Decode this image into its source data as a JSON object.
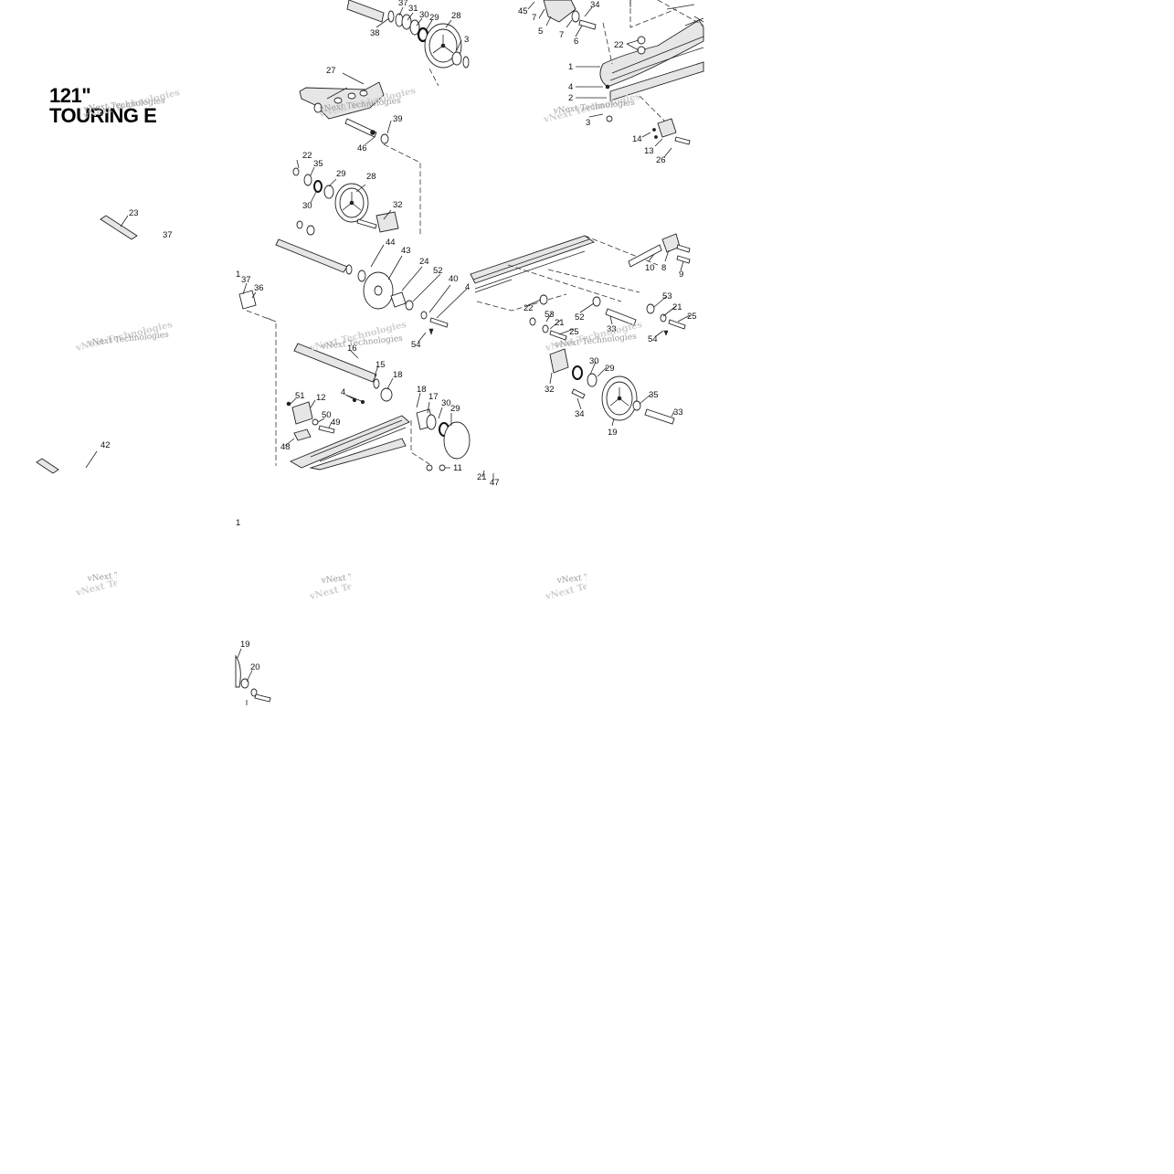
{
  "title": {
    "line1": "121\"",
    "line2": "TOURING E"
  },
  "watermark": "vNext Technologies",
  "callouts": {
    "a1": "37",
    "a2": "31",
    "a3": "30",
    "a4": "29",
    "a5": "28",
    "a6": "3",
    "a7": "38",
    "a8": "45",
    "a9": "7",
    "a10": "34",
    "a11": "5",
    "a12": "7",
    "a13": "6",
    "a14": "22",
    "a15": "1",
    "a16": "4",
    "a17": "2",
    "a18": "3",
    "a19": "14",
    "a20": "13",
    "a21": "26",
    "b1": "27",
    "b2": "39",
    "b3": "46",
    "b4": "22",
    "b5": "35",
    "b6": "29",
    "b7": "28",
    "b8": "30",
    "b9": "32",
    "b10": "23",
    "b11": "37",
    "c1": "44",
    "c2": "43",
    "c3": "24",
    "c4": "52",
    "c5": "40",
    "c6": "4",
    "c7": "54",
    "c8": "1",
    "c9": "37",
    "c10": "36",
    "c11": "16",
    "c12": "15",
    "c13": "18",
    "c14": "4",
    "c15": "51",
    "c16": "12",
    "c17": "50",
    "c18": "49",
    "c19": "48",
    "c20": "18",
    "c21": "17",
    "c22": "30",
    "c23": "29",
    "c24": "11",
    "c25": "21",
    "c26": "47",
    "c27": "42",
    "d1": "10",
    "d2": "8",
    "d3": "9",
    "d4": "22",
    "d5": "53",
    "d6": "52",
    "d7": "33",
    "d8": "21",
    "d9": "25",
    "d10": "53",
    "d11": "21",
    "d12": "25",
    "d13": "54",
    "d14": "30",
    "d15": "29",
    "d16": "32",
    "d17": "35",
    "d18": "34",
    "d19": "33",
    "d20": "19",
    "e1": "1",
    "e2": "19",
    "e3": "20"
  }
}
